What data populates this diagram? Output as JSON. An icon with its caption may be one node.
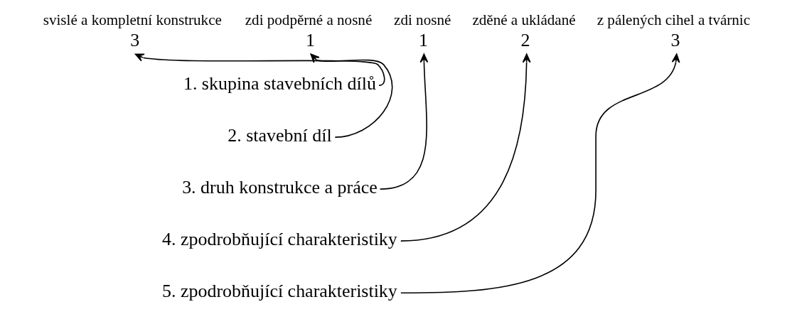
{
  "diagram": {
    "nodes": [
      {
        "text": [
          "1. skupina stavebních dílů"
        ]
      },
      {
        "text": [
          "2. stavební díl"
        ]
      },
      {
        "text": [
          "3. druh konstrukce a práce"
        ]
      },
      {
        "text": [
          "4. zpodrobňující charakteristiky"
        ]
      },
      {
        "text": [
          "5. zpodrobňující charakteristiky"
        ]
      },
      {
        "text": [
          "3"
        ],
        "beside": [
          "svislé a kompletní konstrukce"
        ]
      },
      {
        "text": [
          "1"
        ],
        "beside": [
          "zdi podpěrné a nosné"
        ]
      },
      {
        "text": [
          "1"
        ],
        "beside": [
          "zdi nosné"
        ]
      },
      {
        "text": [
          "2"
        ],
        "beside": [
          "zděné a ukládané"
        ]
      },
      {
        "text": [
          "3"
        ],
        "beside": [
          "z pálených cihel a tvárnic"
        ]
      }
    ],
    "edges": [
      {
        "from": 0,
        "to": 5,
        "arrow": "to"
      },
      {
        "from": 1,
        "to": 6,
        "arrow": "to"
      },
      {
        "from": 2,
        "to": 7,
        "arrow": "to"
      },
      {
        "from": 3,
        "to": 8,
        "arrow": "to"
      },
      {
        "from": 4,
        "to": 9,
        "arrow": "to"
      }
    ]
  }
}
